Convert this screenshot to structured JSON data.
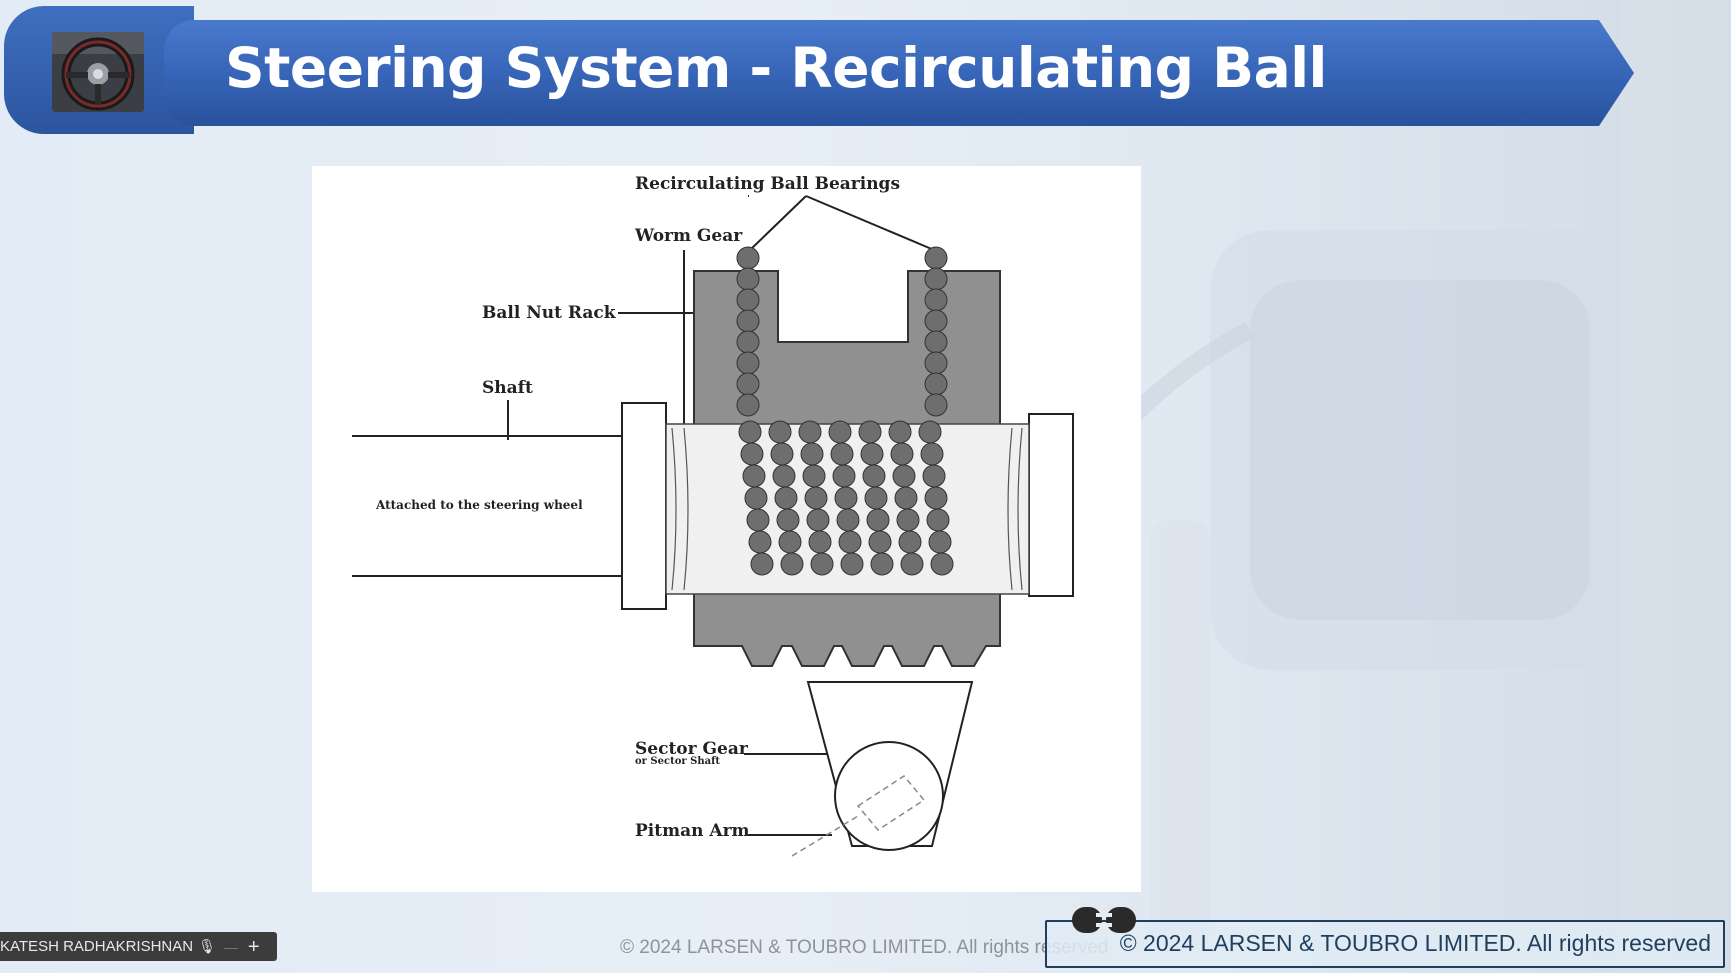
{
  "header": {
    "title": "Steering System - Recirculating Ball",
    "logo_icon": "steering-wheel-photo"
  },
  "diagram": {
    "labels": {
      "recirculating_ball_bearings": "Recirculating Ball Bearings",
      "worm_gear": "Worm Gear",
      "ball_nut_rack": "Ball Nut Rack",
      "shaft": "Shaft",
      "attached": "Attached to the steering wheel",
      "sector_gear": "Sector Gear",
      "sector_shaft": "or Sector Shaft",
      "pitman_arm": "Pitman Arm"
    }
  },
  "footer": {
    "presenter_name": "KATESH RADHAKRISHNAN",
    "mic_icon": "microphone-icon",
    "plus_icon": "plus-icon",
    "faint_copyright": "© 2024 LARSEN & TOUBRO LIMITED. All rights reserved",
    "copyright": "© 2024 LARSEN & TOUBRO LIMITED. All rights reserved",
    "plug_icon": "plug-icon"
  },
  "colors": {
    "banner": "#3563b5",
    "copyright_text": "#1f3f5f"
  }
}
